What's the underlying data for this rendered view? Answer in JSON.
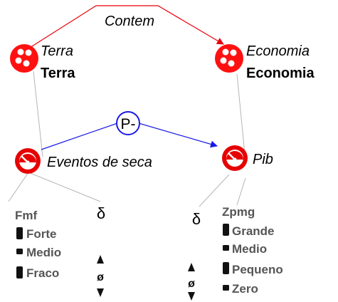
{
  "relation": {
    "label": "Contem"
  },
  "entities": [
    {
      "id": "terra",
      "name": "Terra",
      "type": "Terra"
    },
    {
      "id": "economia",
      "name": "Economia",
      "type": "Economia"
    }
  ],
  "correlation": {
    "label": "P-",
    "direction": "negative"
  },
  "quantities": [
    {
      "id": "eventos",
      "name": "Eventos de seca",
      "quantity_space_name": "Fmf",
      "values": [
        "Forte",
        "Medio",
        "Fraco"
      ],
      "derivative_symbol": "δ",
      "derivative_value": "ø"
    },
    {
      "id": "pib",
      "name": "Pib",
      "quantity_space_name": "Zpmg",
      "values": [
        "Grande",
        "Medio",
        "Pequeno",
        "Zero"
      ],
      "derivative_symbol": "δ",
      "derivative_value": "ø"
    }
  ],
  "colors": {
    "relation": "#e8000b",
    "correlation": "#1a1ae6",
    "entity_icon": "#ff1111",
    "quantity_icon": "#e60000",
    "hierarchy_line": "#b4b4b4",
    "value_text": "#555555"
  }
}
